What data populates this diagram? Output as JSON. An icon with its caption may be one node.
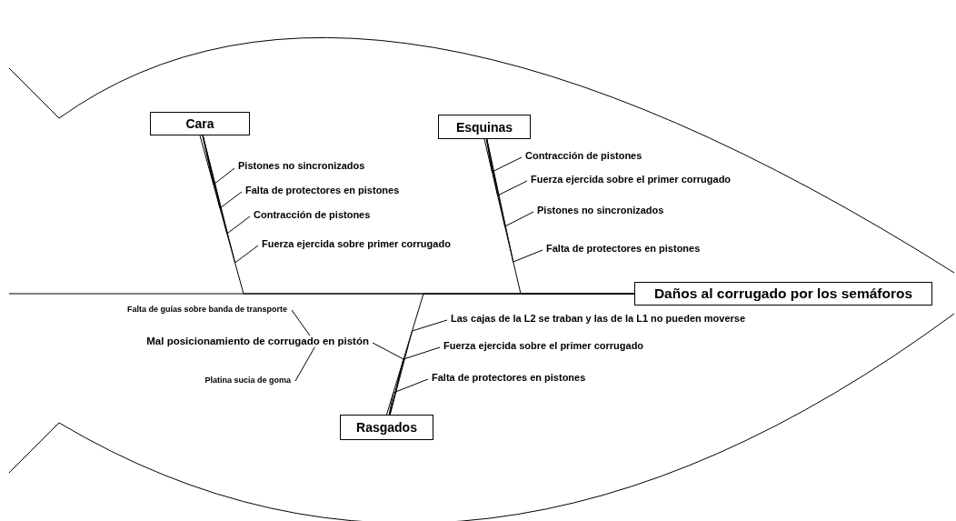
{
  "diagram": {
    "nodes": [
      {
        "text": [
          "Daños al corrugado por los semáforos"
        ]
      },
      {
        "text": [
          "Cara"
        ]
      },
      {
        "text": [
          "Pistones no sincronizados"
        ]
      },
      {
        "text": [
          "Falta de protectores en pistones"
        ]
      },
      {
        "text": [
          "Contracción de pistones"
        ]
      },
      {
        "text": [
          "Fuerza ejercida sobre primer corrugado"
        ]
      },
      {
        "text": [
          "Esquinas"
        ]
      },
      {
        "text": [
          "Contracción de pistones"
        ]
      },
      {
        "text": [
          "Fuerza ejercida sobre el primer corrugado"
        ]
      },
      {
        "text": [
          "Pistones no sincronizados"
        ]
      },
      {
        "text": [
          "Falta de protectores en pistones"
        ]
      },
      {
        "text": [
          "Rasgados"
        ]
      },
      {
        "text": [
          "Las cajas de la L2 se traban y las de la L1 no pueden moverse"
        ]
      },
      {
        "text": [
          "Fuerza ejercida sobre el primer corrugado"
        ]
      },
      {
        "text": [
          "Falta de protectores en pistones"
        ]
      },
      {
        "text": [
          "Falta de guías sobre banda de transporte"
        ]
      },
      {
        "text": [
          "Mal posicionamiento de corrugado en pistón"
        ]
      },
      {
        "text": [
          "Platina sucia de goma"
        ]
      }
    ],
    "edges": [
      {
        "from": 1,
        "to": 0,
        "arrow": "none"
      },
      {
        "from": 2,
        "to": 1,
        "arrow": "none"
      },
      {
        "from": 3,
        "to": 1,
        "arrow": "none"
      },
      {
        "from": 4,
        "to": 1,
        "arrow": "none"
      },
      {
        "from": 5,
        "to": 1,
        "arrow": "none"
      },
      {
        "from": 6,
        "to": 0,
        "arrow": "none"
      },
      {
        "from": 7,
        "to": 6,
        "arrow": "none"
      },
      {
        "from": 8,
        "to": 6,
        "arrow": "none"
      },
      {
        "from": 9,
        "to": 6,
        "arrow": "none"
      },
      {
        "from": 10,
        "to": 6,
        "arrow": "none"
      },
      {
        "from": 11,
        "to": 0,
        "arrow": "none"
      },
      {
        "from": 12,
        "to": 11,
        "arrow": "none"
      },
      {
        "from": 13,
        "to": 11,
        "arrow": "none"
      },
      {
        "from": 14,
        "to": 11,
        "arrow": "none"
      },
      {
        "from": 16,
        "to": 11,
        "arrow": "none"
      },
      {
        "from": 15,
        "to": 16,
        "arrow": "none"
      },
      {
        "from": 17,
        "to": 16,
        "arrow": "none"
      },
      {
        "from": null,
        "to": 0,
        "arrow": "none"
      }
    ]
  }
}
